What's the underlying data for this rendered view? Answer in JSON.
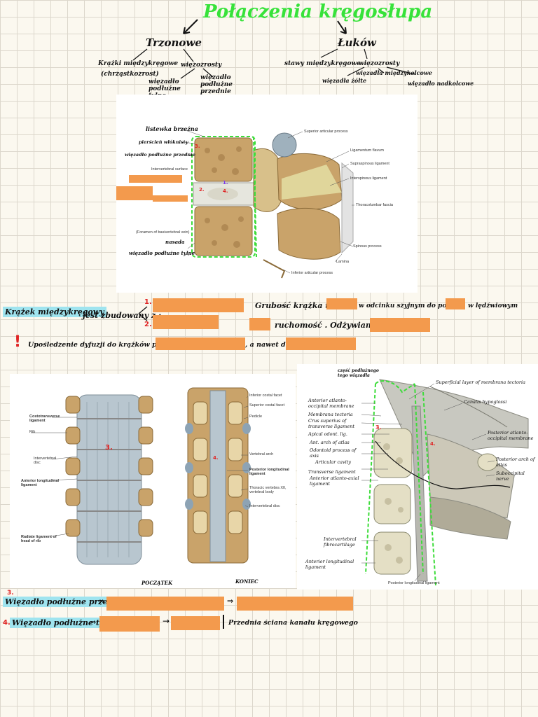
{
  "title": "Połączenia kręgosłupa",
  "branches": {
    "left": {
      "label": "Trzonowe",
      "children": [
        "Krążki międzykręgowe",
        "(chrząstkozrost)",
        "więzozrosty"
      ],
      "sub": [
        "więzadło podłużne tylne",
        "więzadło podłużne przednie"
      ]
    },
    "right": {
      "label": "Łuków",
      "children": [
        "stawy międzykręgowe",
        "więzozrosty"
      ],
      "sub": [
        "więzadła międzykolcowe",
        "więzadła żółte",
        "więzadło nadkolcowe"
      ]
    }
  },
  "figure1": {
    "handLabels": [
      "listewka brzeżna",
      "pierścień włóknisty",
      "więzadło podłużne przednie",
      "Intervertebral surface",
      "(Foramen of basivertebral vein)",
      "nasada",
      "więzadło podłużne tylne"
    ],
    "labels": [
      "Superior articular process",
      "Ligamentum flavum",
      "Supraspinous ligament",
      "Interspinous ligament",
      "Thoracolumbar fascia",
      "Spinous process",
      "Lamina",
      "Inferior articular process"
    ],
    "marks": [
      "1.",
      "2.",
      "3.",
      "4."
    ]
  },
  "text": {
    "line1_label": "Krążek międzykręgowy",
    "line1_tail": "jest zbudowany z :",
    "n1": "1.",
    "n2": "2.",
    "thickness": "Grubość krążka to",
    "cervical": "w odcinku szyjnym do ponad",
    "lumbar": "w lędźwiowym",
    "mobility": "ruchomość . Odżywiany przez",
    "warning_mark": "!",
    "warning": "Upośledzenie dyfuzji do krążków prowadzi do",
    "then": ", a nawet do"
  },
  "figure2": {
    "labels": [
      "Costotransverse ligament",
      "Rib",
      "Intervertebral disc",
      "Anterior longitudinal ligament",
      "Radiate ligament of head of rib",
      "Inferior costal facet",
      "Superior costal facet",
      "Pedicle",
      "Vertebral arch",
      "Posterior longitudinal ligament",
      "Thoracic vertebra XII, vertebral body",
      "Intervertebral disc"
    ],
    "mark_left": "3.",
    "mark_right": "4.",
    "caption_left": "POCZĄTEK",
    "caption_right": "KONIEC"
  },
  "figure3": {
    "hand_top": "część podłużnego tego wiązadła",
    "labels": [
      "Anterior atlanto-occipital membrane",
      "Membrana tectoria",
      "Crus superius of transverse ligament",
      "Apical odont. lig.",
      "Ant. arch of atlas",
      "Odontoid process of axis",
      "Articular cavity",
      "Transverse ligament",
      "Anterior atlanto-axial ligament",
      "Intervertebral fibrocartilage",
      "Anterior longitudinal ligament",
      "Superficial layer of membrana tectoria",
      "Canalis hypoglossi",
      "Posterior atlanto-occipital membrane",
      "Posterior arch of atlas",
      "Suboccipital nerve",
      "Posterior longitudinal ligament"
    ],
    "mark3": "3.",
    "mark4": "4."
  },
  "bottom": {
    "n3": "3.",
    "l3": "Więzadło podłużne przednie",
    "n4": "4.",
    "l4": "Więzadło podłużne tylne",
    "arrow": "⇒",
    "arrow2": "→",
    "note": "Przednia ściana kanału kręgowego"
  },
  "colors": {
    "highlight": "#9fe4ef",
    "redaction": "#f39a4d",
    "title": "#37e23a",
    "dashed": "#3ddc3a"
  }
}
